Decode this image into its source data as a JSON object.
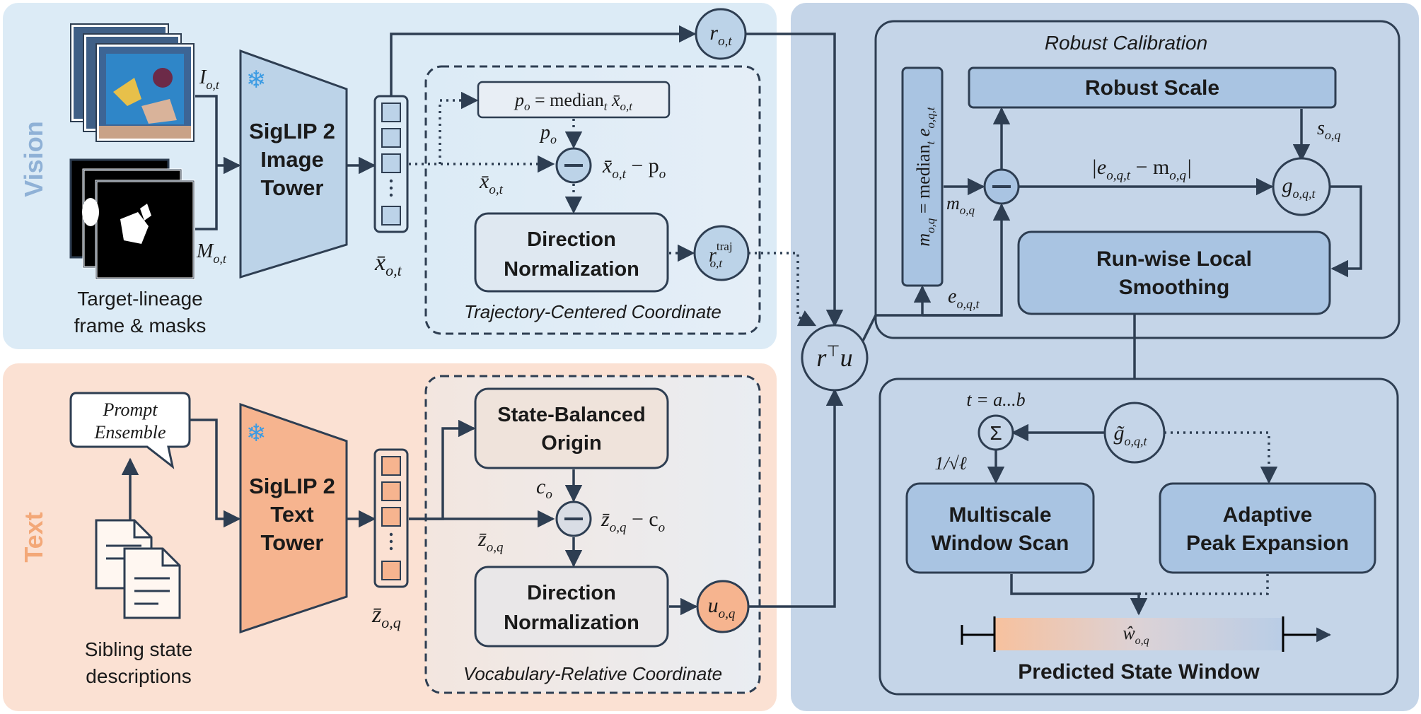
{
  "vision": {
    "panel_label": "Vision",
    "input_caption_line1": "Target-lineage",
    "input_caption_line2": "frame & masks",
    "image_symbol": "I",
    "image_sub": "o,t",
    "mask_symbol": "M",
    "mask_sub": "o,t",
    "tower_line1": "SigLIP 2",
    "tower_line2": "Image",
    "tower_line3": "Tower",
    "feature_symbol": "x̄",
    "feature_sub": "o,t",
    "r_symbol": "r",
    "r_sub": "o,t",
    "median_symbol": "p",
    "median_sub": "o",
    "median_eq": " = median",
    "median_eq_sub": "t",
    "median_eq_x": " x̄",
    "median_eq_x_sub": "o,t",
    "p_label": "p",
    "p_label_sub": "o",
    "x_label": "x̄",
    "x_label_sub": "o,t",
    "centered_x": "x̄",
    "centered_x_sub": "o,t",
    "centered_minus": " − p",
    "centered_minus_sub": "o",
    "direction_line1": "Direction",
    "direction_line2": "Normalization",
    "rtraj_symbol": "r",
    "rtraj_sup": "traj",
    "rtraj_sub": "o,t",
    "coord_label": "Trajectory-Centered Coordinate"
  },
  "text": {
    "panel_label": "Text",
    "prompt_line1": "Prompt",
    "prompt_line2": "Ensemble",
    "desc_caption_line1": "Sibling state",
    "desc_caption_line2": "descriptions",
    "tower_line1": "SigLIP 2",
    "tower_line2": "Text",
    "tower_line3": "Tower",
    "feature_symbol": "z̄",
    "feature_sub": "o,q",
    "origin_line1": "State-Balanced",
    "origin_line2": "Origin",
    "c_label": "c",
    "c_label_sub": "o",
    "z_label": "z̄",
    "z_label_sub": "o,q",
    "centered_z": "z̄",
    "centered_z_sub": "o,q",
    "centered_minus": " − c",
    "centered_minus_sub": "o",
    "direction_line1": "Direction",
    "direction_line2": "Normalization",
    "u_symbol": "u",
    "u_sub": "o,q",
    "coord_label": "Vocabulary-Relative Coordinate"
  },
  "fusion": {
    "symbol_r": "r",
    "symbol_sup": "⊤",
    "symbol_u": "u"
  },
  "calibration": {
    "title": "Robust Calibration",
    "robust_scale": "Robust Scale",
    "m_vertical": "m",
    "m_vertical_sub": "o,q",
    "m_vertical_eq": " = median",
    "m_vertical_eq_sub": "t",
    "m_vertical_e": " e",
    "m_vertical_e_sub": "o,q,t",
    "m_label": "m",
    "m_label_sub": "o,q",
    "e_label": "e",
    "e_label_sub": "o,q,t",
    "abs_open": "|e",
    "abs_sub": "o,q,t",
    "abs_minus": " − m",
    "abs_minus_sub": "o,q",
    "abs_close": "|",
    "s_label": "s",
    "s_label_sub": "o,q",
    "g_symbol": "g",
    "g_sub": "o,q,t",
    "smoothing_line1": "Run-wise Local",
    "smoothing_line2": "Smoothing"
  },
  "window": {
    "sum_range": "t = a...b",
    "sum_symbol": "Σ",
    "gtilde_symbol": "g̃",
    "gtilde_sub": "o,q,t",
    "scale_factor": "1/√ℓ",
    "multiscale_line1": "Multiscale",
    "multiscale_line2": "Window Scan",
    "adaptive_line1": "Adaptive",
    "adaptive_line2": "Peak Expansion",
    "w_symbol": "ŵ",
    "w_sub": "o,q",
    "predicted_label": "Predicted State Window"
  },
  "colors": {
    "vision_bg": "#dcebf6",
    "text_bg": "#fbe1d3",
    "right_bg": "#c5d5e8",
    "node_blue": "#a9c4e2",
    "node_orange": "#f6b48f",
    "line": "#2e3e52"
  }
}
